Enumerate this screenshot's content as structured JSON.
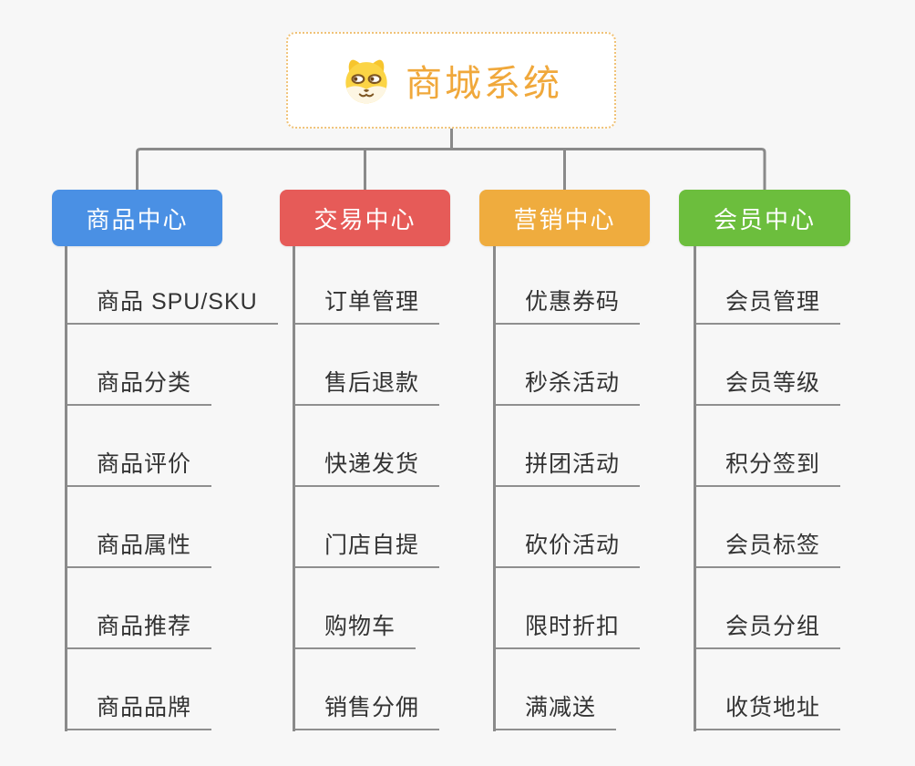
{
  "canvas": {
    "background": "#f7f7f7",
    "connector_color": "#8a8a8a"
  },
  "root": {
    "title": "商城系统",
    "icon": "dog-logo-icon",
    "text_color": "#f0a83b",
    "border_color": "#f0c277"
  },
  "branches": [
    {
      "label": "商品中心",
      "color": "#4a90e4",
      "children": [
        "商品 SPU/SKU",
        "商品分类",
        "商品评价",
        "商品属性",
        "商品推荐",
        "商品品牌"
      ]
    },
    {
      "label": "交易中心",
      "color": "#e65b58",
      "children": [
        "订单管理",
        "售后退款",
        "快递发货",
        "门店自提",
        "购物车",
        "销售分佣"
      ]
    },
    {
      "label": "营销中心",
      "color": "#efac3e",
      "children": [
        "优惠券码",
        "秒杀活动",
        "拼团活动",
        "砍价活动",
        "限时折扣",
        "满减送"
      ]
    },
    {
      "label": "会员中心",
      "color": "#6cbe3d",
      "children": [
        "会员管理",
        "会员等级",
        "积分签到",
        "会员标签",
        "会员分组",
        "收货地址"
      ]
    }
  ]
}
